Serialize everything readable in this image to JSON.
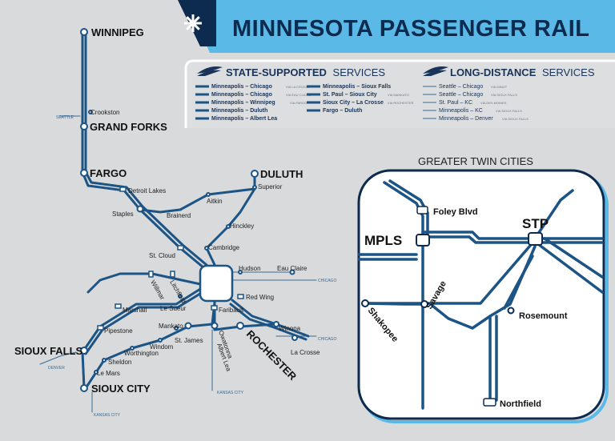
{
  "header": {
    "title": "MINNESOTA PASSENGER RAIL",
    "colors": {
      "dark": "#0d2b4e",
      "light": "#5ab9e6",
      "track": "#1c5485"
    }
  },
  "legend": {
    "state_label": "STATE-SUPPORTED",
    "state_suffix": "SERVICES",
    "long_label": "LONG-DISTANCE",
    "long_suffix": "SERVICES",
    "state_routes_col1": [
      {
        "name": "Minneapolis – Chicago",
        "via": "VIA LA CROSSE"
      },
      {
        "name": "Minneapolis – Chicago",
        "via": "VIA EAU CLAIRE"
      },
      {
        "name": "Minneapolis – Winnipeg",
        "via": "VIA FARGO"
      },
      {
        "name": "Minneapolis – Duluth",
        "via": ""
      },
      {
        "name": "Minneapolis – Albert Lea",
        "via": ""
      }
    ],
    "state_routes_col2": [
      {
        "name": "Minneapolis – Sioux Falls",
        "via": ""
      },
      {
        "name": "St. Paul – Sioux City",
        "via": "VIA MANKATO"
      },
      {
        "name": "Sioux City – La Crosse",
        "via": "VIA ROCHESTER"
      },
      {
        "name": "Fargo – Duluth",
        "via": ""
      }
    ],
    "long_routes": [
      {
        "name": "Seattle – Chicago",
        "via": "VIA MINOT"
      },
      {
        "name": "Seattle – Chicago",
        "via": "VIA SIOUX FALLS"
      },
      {
        "name": "St. Paul – KC",
        "via": "VIA DES MOINES"
      },
      {
        "name": "Minneapolis – KC",
        "via": "VIA SIOUX FALLS"
      },
      {
        "name": "Minneapolis – Denver",
        "via": "VIA SIOUX FALLS"
      }
    ]
  },
  "map": {
    "cities": {
      "winnipeg": "WINNIPEG",
      "grand_forks": "GRAND FORKS",
      "fargo": "FARGO",
      "duluth": "DULUTH",
      "sioux_falls": "SIOUX FALLS",
      "sioux_city": "SIOUX CITY",
      "rochester": "ROCHESTER"
    },
    "stops": {
      "crookston": "Crookston",
      "detroit_lakes": "Detroit Lakes",
      "staples": "Staples",
      "brainerd": "Brainerd",
      "aitkin": "Aitkin",
      "superior": "Superior",
      "hinckley": "Hinckley",
      "cambridge": "Cambridge",
      "st_cloud": "St. Cloud",
      "hudson": "Hudson",
      "eau_claire": "Eau Claire",
      "willmar": "Willmar",
      "litchfield": "Litchfield",
      "red_wing": "Red Wing",
      "marshall": "Marshall",
      "le_sueur": "Le Sueur",
      "faribault": "Faribault",
      "pipestone": "Pipestone",
      "mankato": "Mankato",
      "owatonna": "Owatonna",
      "winona": "Winona",
      "st_james": "St. James",
      "windom": "Windom",
      "albert_lea": "Albert Lea",
      "worthington": "Worthington",
      "la_crosse": "La Crosse",
      "sheldon": "Sheldon",
      "le_mars": "Le Mars"
    },
    "connections": {
      "seattle": "SEATTLE",
      "chicago_a": "CHICAGO",
      "chicago_b": "CHICAGO",
      "denver": "DENVER",
      "kansas_city_a": "KANSAS CITY",
      "kansas_city_b": "KANSAS CITY"
    }
  },
  "inset": {
    "title": "GREATER TWIN CITIES",
    "mpls": "MPLS",
    "stp": "STP",
    "foley": "Foley Blvd",
    "shakopee": "Shakopee",
    "savage": "Savage",
    "rosemount": "Rosemount",
    "northfield": "Northfield"
  }
}
